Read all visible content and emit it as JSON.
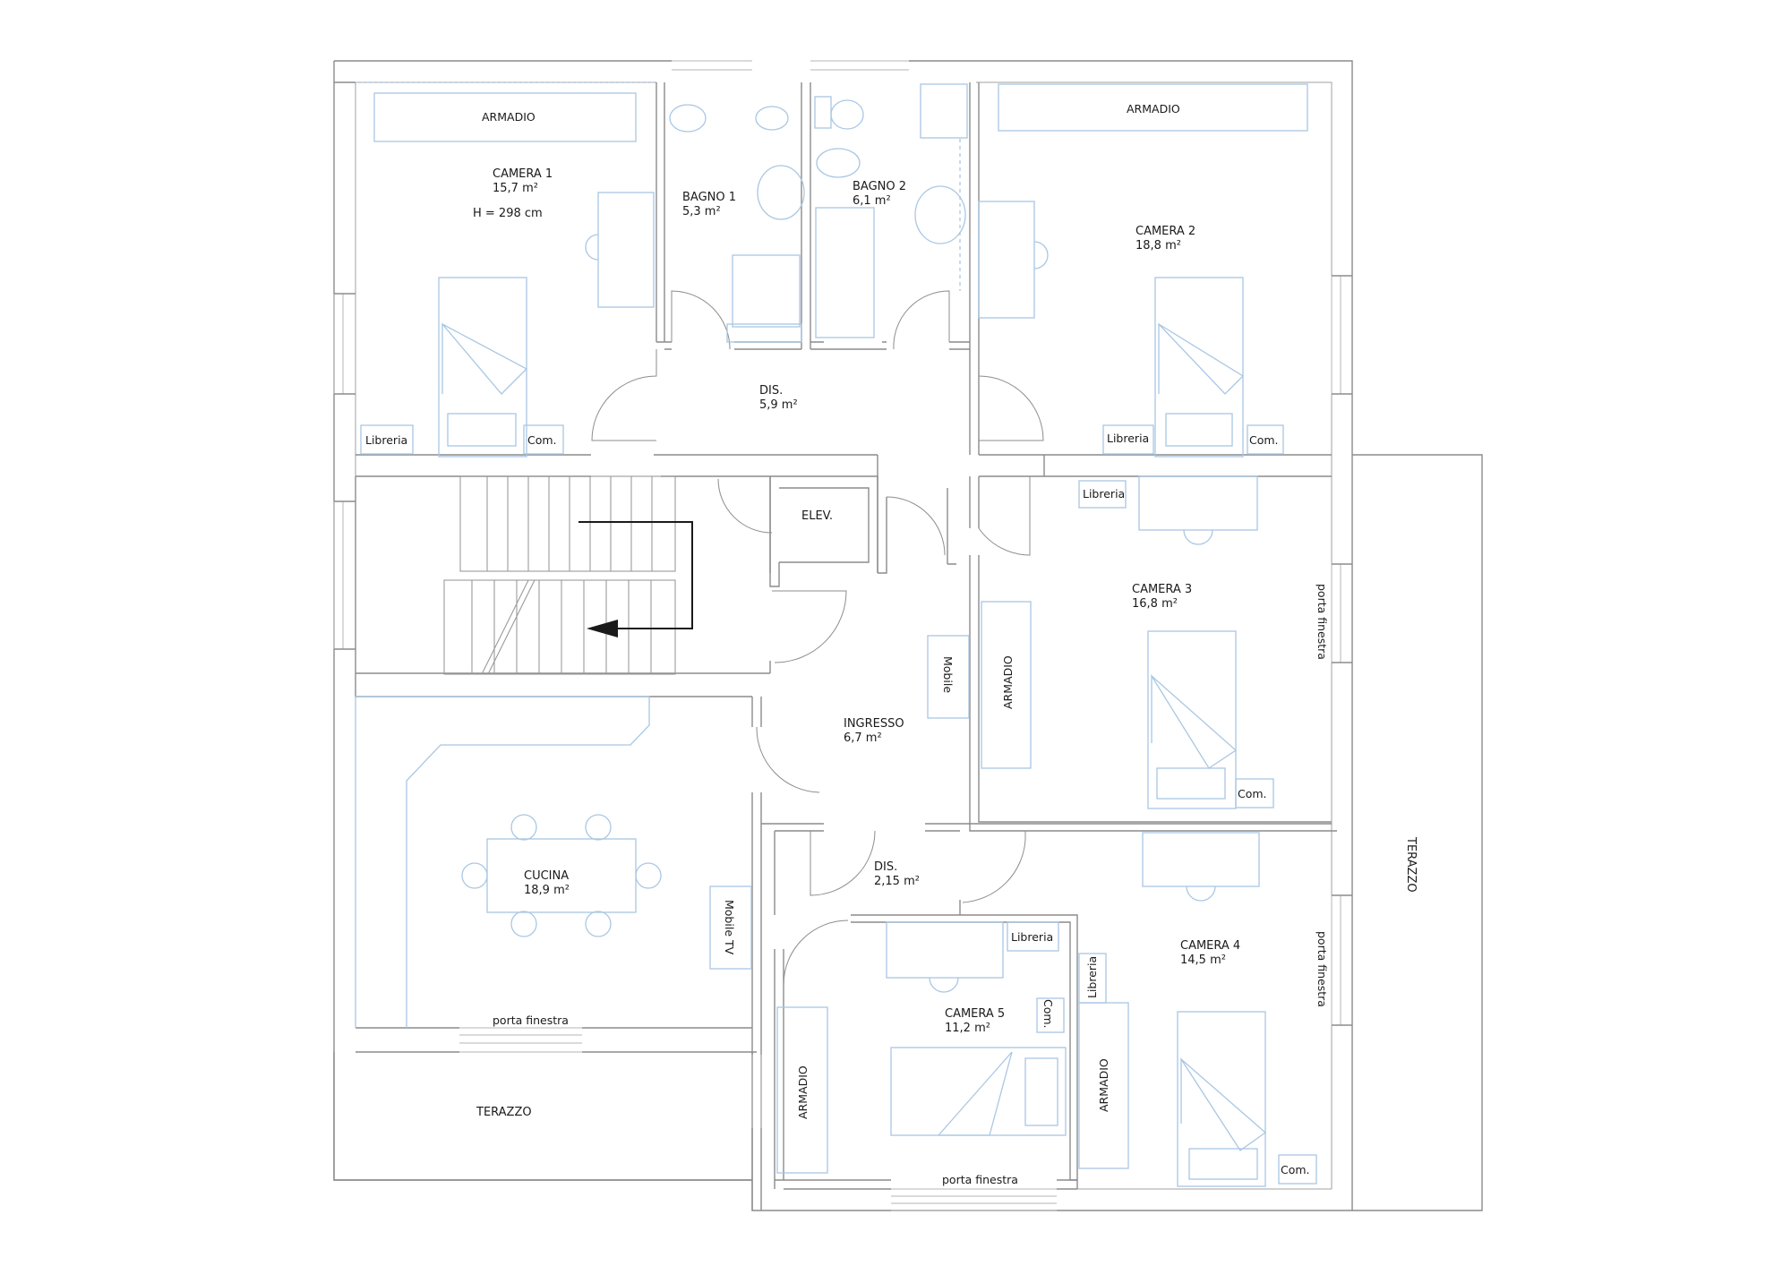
{
  "rooms": {
    "camera1": {
      "name": "CAMERA 1",
      "area": "15,7 m²",
      "height": "H = 298 cm"
    },
    "bagno1": {
      "name": "BAGNO 1",
      "area": "5,3 m²"
    },
    "bagno2": {
      "name": "BAGNO 2",
      "area": "6,1 m²"
    },
    "camera2": {
      "name": "CAMERA 2",
      "area": "18,8 m²"
    },
    "dis1": {
      "name": "DIS.",
      "area": "5,9 m²"
    },
    "elev": {
      "name": "ELEV."
    },
    "camera3": {
      "name": "CAMERA 3",
      "area": "16,8 m²"
    },
    "ingresso": {
      "name": "INGRESSO",
      "area": "6,7 m²"
    },
    "cucina": {
      "name": "CUCINA",
      "area": "18,9 m²"
    },
    "dis2": {
      "name": "DIS.",
      "area": "2,15 m²"
    },
    "camera4": {
      "name": "CAMERA 4",
      "area": "14,5 m²"
    },
    "camera5": {
      "name": "CAMERA 5",
      "area": "11,2 m²"
    },
    "terrazzo_left": {
      "name": "TERAZZO"
    },
    "terrazzo_right": {
      "name": "TERAZZO"
    }
  },
  "labels": {
    "armadio": "ARMADIO",
    "libreria": "Libreria",
    "com": "Com.",
    "mobile": "Mobile",
    "mobile_tv": "Mobile TV",
    "porta_finestra": "porta finestra"
  },
  "colors": {
    "wall": "#8c8c8c",
    "furniture": "#a9c7e3",
    "text": "#1a1a1a"
  }
}
